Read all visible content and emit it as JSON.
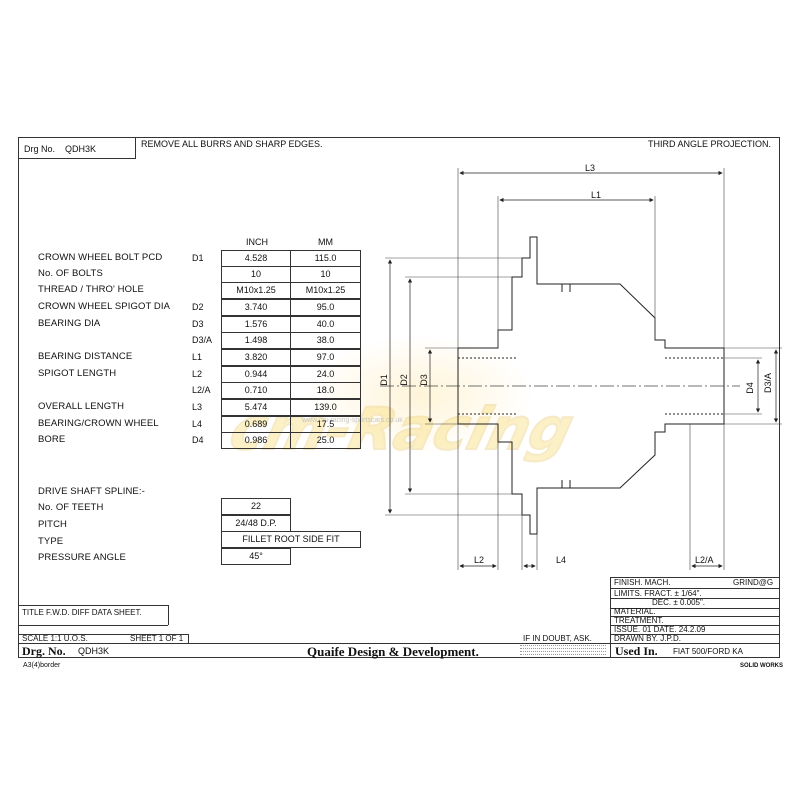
{
  "header": {
    "drg_no_label": "Drg No.",
    "drg_no": "QDH3K",
    "note": "REMOVE ALL BURRS AND SHARP EDGES.",
    "projection": "THIRD ANGLE PROJECTION."
  },
  "table": {
    "col_inch": "INCH",
    "col_mm": "MM",
    "rows": [
      {
        "label": "CROWN WHEEL BOLT PCD",
        "code": "D1",
        "inch": "4.528",
        "mm": "115.0"
      },
      {
        "label": "No. OF BOLTS",
        "code": "",
        "inch": "10",
        "mm": "10"
      },
      {
        "label": "THREAD / THRO' HOLE",
        "code": "",
        "inch": "M10x1.25",
        "mm": "M10x1.25"
      },
      {
        "label": "CROWN WHEEL SPIGOT DIA",
        "code": "D2",
        "inch": "3.740",
        "mm": "95.0"
      },
      {
        "label": "BEARING DIA",
        "code": "D3",
        "inch": "1.576",
        "mm": "40.0"
      },
      {
        "label": "",
        "code": "D3/A",
        "inch": "1.498",
        "mm": "38.0"
      },
      {
        "label": "BEARING DISTANCE",
        "code": "L1",
        "inch": "3.820",
        "mm": "97.0"
      },
      {
        "label": "SPIGOT LENGTH",
        "code": "L2",
        "inch": "0.944",
        "mm": "24.0"
      },
      {
        "label": "",
        "code": "L2/A",
        "inch": "0.710",
        "mm": "18.0"
      },
      {
        "label": "OVERALL LENGTH",
        "code": "L3",
        "inch": "5.474",
        "mm": "139.0"
      },
      {
        "label": "BEARING/CROWN WHEEL",
        "code": "L4",
        "inch": "0.689",
        "mm": "17.5"
      },
      {
        "label": "BORE",
        "code": "D4",
        "inch": "0.986",
        "mm": "25.0"
      }
    ]
  },
  "spline": {
    "heading": "DRIVE SHAFT SPLINE:-",
    "teeth_label": "No. OF TEETH",
    "teeth": "22",
    "pitch_label": "PITCH",
    "pitch": "24/48 D.P.",
    "type_label": "TYPE",
    "type": "FILLET ROOT SIDE FIT",
    "angle_label": "PRESSURE ANGLE",
    "angle": "45°"
  },
  "drawing": {
    "dims": [
      "L3",
      "L1",
      "D1",
      "D2",
      "D3",
      "D4",
      "D3/A",
      "L2",
      "L4",
      "L2/A"
    ],
    "watermark": "cm-Racing",
    "watermark_sub": "www.cm-racing-sportscars.co.uk"
  },
  "title_block": {
    "finish": "FINISH. MACH.",
    "finish_right": "GRIND@G",
    "limits_fract": "LIMITS. FRACT. ± 1/64\".",
    "limits_dec": "DEC. ± 0.005\".",
    "material": "MATERIAL.",
    "treatment": "TREATMENT.",
    "issue": "ISSUE. 01   DATE. 24.2.09",
    "drawn_by": "DRAWN BY. J.P.D.",
    "title": "TITLE  F.W.D. DIFF DATA SHEET.",
    "scale": "SCALE 1:1 U.O.S.",
    "sheet": "SHEET 1 OF 1",
    "doubt": "IF IN DOUBT, ASK.",
    "drg_no_label": "Drg. No.",
    "drg_no": "QDH3K",
    "company": "Quaife Design & Development.",
    "used_in_label": "Used In.",
    "used_in": "FIAT 500/FORD KA",
    "border": "A3(4)border",
    "software": "SOLID WORKS"
  }
}
